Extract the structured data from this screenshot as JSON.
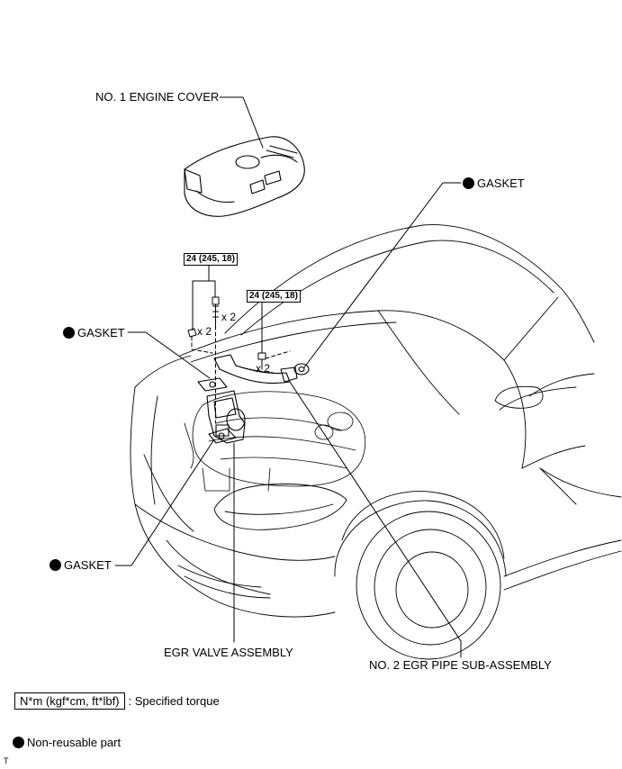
{
  "labels": {
    "engine_cover": "NO. 1 ENGINE COVER",
    "gasket_top_right": "GASKET",
    "gasket_left": "GASKET",
    "gasket_bottom": "GASKET",
    "egr_valve": "EGR VALVE ASSEMBLY",
    "egr_pipe": "NO. 2 EGR PIPE SUB-ASSEMBLY"
  },
  "torque": {
    "left": "24 (245, 18)",
    "right": "24 (245, 18)"
  },
  "multipliers": {
    "bolt_stud": "x 2",
    "nut": "x 2",
    "bolt_pipe": "x 2"
  },
  "legend": {
    "torque_box": "N*m (kgf*cm, ft*lbf)",
    "torque_text": ": Specified torque",
    "nonreusable_text": "Non-reusable part"
  },
  "corner_mark": "T"
}
